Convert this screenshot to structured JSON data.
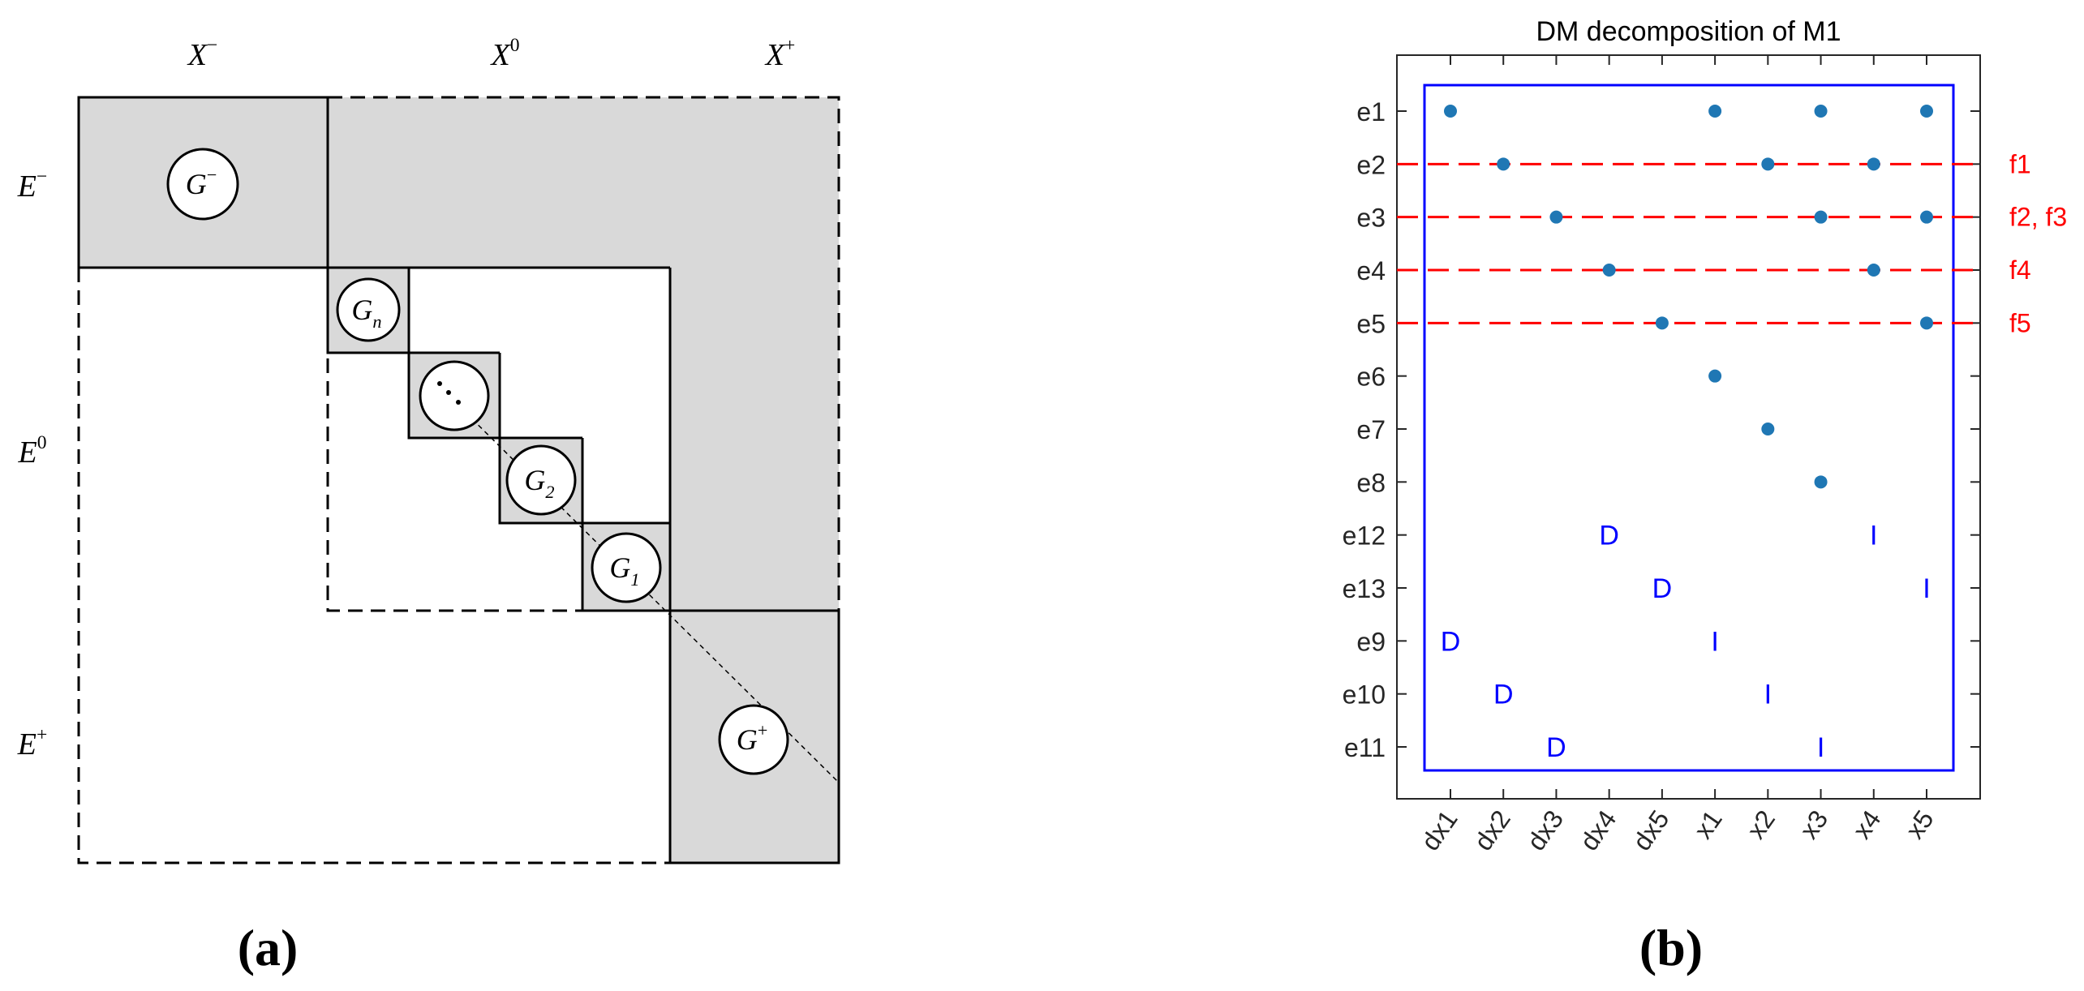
{
  "panel_a": {
    "caption": "(a)",
    "col_labels": [
      {
        "base": "X",
        "sup": "−"
      },
      {
        "base": "X",
        "sup": "0"
      },
      {
        "base": "X",
        "sup": "+"
      }
    ],
    "row_labels": [
      {
        "base": "E",
        "sup": "−"
      },
      {
        "base": "E",
        "sup": "0"
      },
      {
        "base": "E",
        "sup": "+"
      }
    ],
    "blocks": [
      {
        "base": "G",
        "sup": "−",
        "sub": ""
      },
      {
        "base": "G",
        "sup": "",
        "sub": "n"
      },
      {
        "base": "",
        "sup": "",
        "sub": ""
      },
      {
        "base": "G",
        "sup": "",
        "sub": "2"
      },
      {
        "base": "G",
        "sup": "",
        "sub": "1"
      },
      {
        "base": "G",
        "sup": "+",
        "sub": ""
      }
    ],
    "fill_color": "#d9d9d9"
  },
  "panel_b": {
    "caption": "(b)",
    "chart_data": {
      "type": "scatter",
      "title": "DM decomposition of M1",
      "columns": [
        "dx1",
        "dx2",
        "dx3",
        "dx4",
        "dx5",
        "x1",
        "x2",
        "x3",
        "x4",
        "x5"
      ],
      "rows": [
        "e1",
        "e2",
        "e3",
        "e4",
        "e5",
        "e6",
        "e7",
        "e8",
        "e12",
        "e13",
        "e9",
        "e10",
        "e11"
      ],
      "points": [
        [
          "dx1",
          "e1"
        ],
        [
          "x1",
          "e1"
        ],
        [
          "x3",
          "e1"
        ],
        [
          "x5",
          "e1"
        ],
        [
          "dx2",
          "e2"
        ],
        [
          "x2",
          "e2"
        ],
        [
          "x4",
          "e2"
        ],
        [
          "dx3",
          "e3"
        ],
        [
          "x3",
          "e3"
        ],
        [
          "x5",
          "e3"
        ],
        [
          "dx4",
          "e4"
        ],
        [
          "x4",
          "e4"
        ],
        [
          "dx5",
          "e5"
        ],
        [
          "x5",
          "e5"
        ],
        [
          "x1",
          "e6"
        ],
        [
          "x2",
          "e7"
        ],
        [
          "x3",
          "e8"
        ]
      ],
      "markers": [
        {
          "text": "D",
          "col": "dx4",
          "row": "e12"
        },
        {
          "text": "I",
          "col": "x4",
          "row": "e12"
        },
        {
          "text": "D",
          "col": "dx5",
          "row": "e13"
        },
        {
          "text": "I",
          "col": "x5",
          "row": "e13"
        },
        {
          "text": "D",
          "col": "dx1",
          "row": "e9"
        },
        {
          "text": "I",
          "col": "x1",
          "row": "e9"
        },
        {
          "text": "D",
          "col": "dx2",
          "row": "e10"
        },
        {
          "text": "I",
          "col": "x2",
          "row": "e10"
        },
        {
          "text": "D",
          "col": "dx3",
          "row": "e11"
        },
        {
          "text": "I",
          "col": "x3",
          "row": "e11"
        }
      ],
      "fault_lines": [
        {
          "row": "e2",
          "label": "f1"
        },
        {
          "row": "e3",
          "label": "f2, f3"
        },
        {
          "row": "e4",
          "label": "f4"
        },
        {
          "row": "e5",
          "label": "f5"
        }
      ],
      "grid": false,
      "colors": {
        "point": "#1f77b4",
        "marker": "#0000ff",
        "frame": "#0000ff",
        "fault": "#ff0000"
      }
    }
  }
}
